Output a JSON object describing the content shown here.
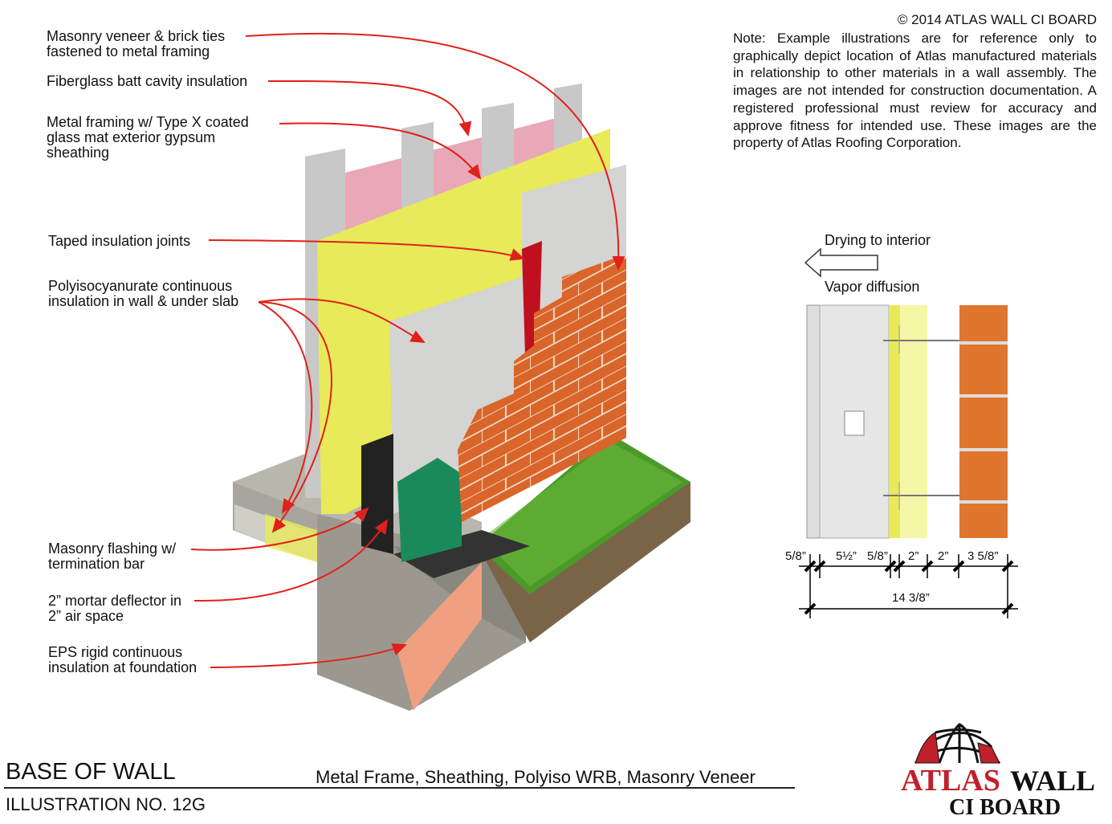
{
  "copyright": "© 2014 ATLAS WALL CI BOARD",
  "note": "Note:  Example illustrations are for reference only to graphically depict location of Atlas manufactured materials in relationship to other materials in a wall assembly.  The images are not intended for construction documentation.  A registered professional must review for accuracy and approve fitness for intended use. These images are the property of Atlas Roofing Corporation.",
  "callouts": [
    {
      "line1": "Masonry veneer & brick ties",
      "line2": "fastened to metal framing"
    },
    {
      "line1": "Fiberglass batt cavity insulation"
    },
    {
      "line1": "Metal framing w/ Type X coated",
      "line2": "glass mat exterior gypsum",
      "line3": "sheathing"
    },
    {
      "line1": "Taped insulation joints"
    },
    {
      "line1": "Polyisocyanurate continuous",
      "line2": "insulation in wall & under slab"
    },
    {
      "line1": "Masonry flashing w/",
      "line2": "termination bar"
    },
    {
      "line1": "2” mortar deflector in",
      "line2": "2” air space"
    },
    {
      "line1": "EPS rigid continuous",
      "line2": "insulation at foundation"
    }
  ],
  "section": {
    "drying_label": "Drying to interior",
    "vapor_label": "Vapor diffusion",
    "dimensions": [
      "5/8”",
      "5½”",
      "5/8”",
      "2”",
      "2”",
      "3 5/8”"
    ],
    "total": "14 3/8”"
  },
  "footer": {
    "title": "BASE OF WALL",
    "illustration_no": "ILLUSTRATION NO. 12G",
    "subtitle": "Metal Frame, Sheathing, Polyiso WRB, Masonry Veneer"
  },
  "logo": {
    "brand": "ATLAS",
    "word2": "WALL",
    "word3": "CI BOARD"
  },
  "colors": {
    "arrow": "#e0201a",
    "brick": "#d9652a",
    "sheathing": "#e8ea5a",
    "batt": "#e8a8b8",
    "eps": "#f0a080",
    "grass": "#4a9a2a"
  }
}
